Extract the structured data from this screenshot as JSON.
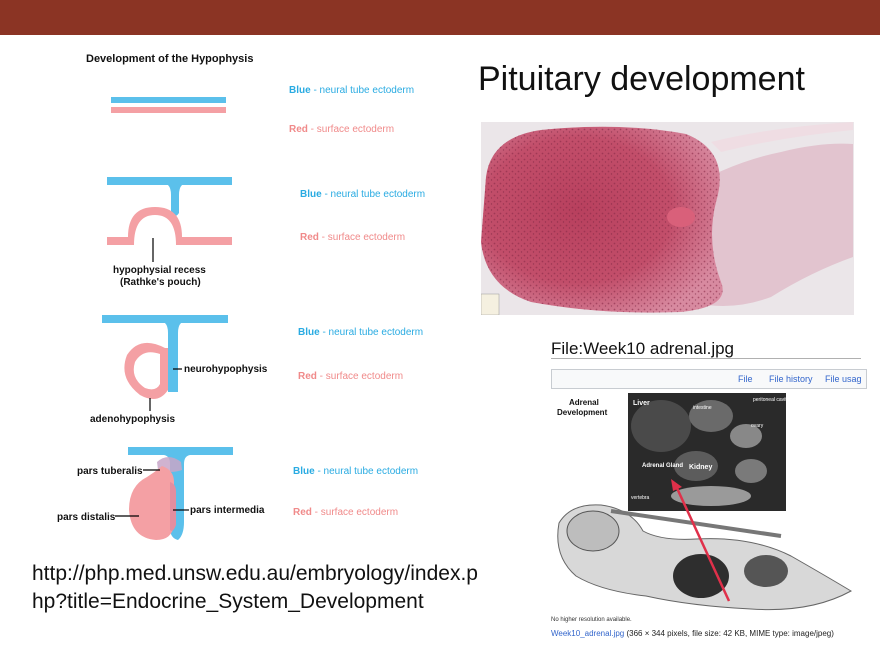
{
  "slide": {
    "title": "Pituitary development",
    "source_url": "http://php.med.unsw.edu.au/embryology/index.php?title=Endocrine_System_Development"
  },
  "colors": {
    "header_bar": "#8b3424",
    "neural_blue": "#5bc0eb",
    "surface_pink": "#f4a0a4",
    "blue_text": "#29abe2",
    "red_text": "#f08a8a",
    "wiki_link": "#3366cc"
  },
  "diagram": {
    "title": "Development of the Hypophysis",
    "legend_blue_name": "Blue",
    "legend_blue_desc": " - neural tube ectoderm",
    "legend_red_name": "Red",
    "legend_red_desc": " - surface ectoderm",
    "label_recess_line1": "hypophysial recess",
    "label_recess_line2": "(Rathke's pouch)",
    "label_neurohypophysis": "neurohypophysis",
    "label_adenohypophysis": "adenohypophysis",
    "label_pars_tuberalis": "pars tuberalis",
    "label_pars_distalis": "pars distalis",
    "label_pars_intermedia": "pars intermedia"
  },
  "wiki": {
    "heading": "File:Week10 adrenal.jpg",
    "tabs": [
      "File",
      "File history",
      "File usag"
    ],
    "image_title_line1": "Adrenal",
    "image_title_line2": "Development",
    "image_labels": {
      "liver": "Liver",
      "intestine": "intestine",
      "peritoneal_cavity": "peritoneal cavity",
      "ovary": "ovary",
      "adrenal_gland": "Adrenal Gland",
      "kidney": "Kidney",
      "vertebra": "vertebra"
    },
    "no_higher_res": "No higher resolution available.",
    "file_link": "Week10_adrenal.jpg",
    "file_meta": " (366 × 344 pixels, file size: 42 KB, MIME type: image/jpeg)"
  }
}
